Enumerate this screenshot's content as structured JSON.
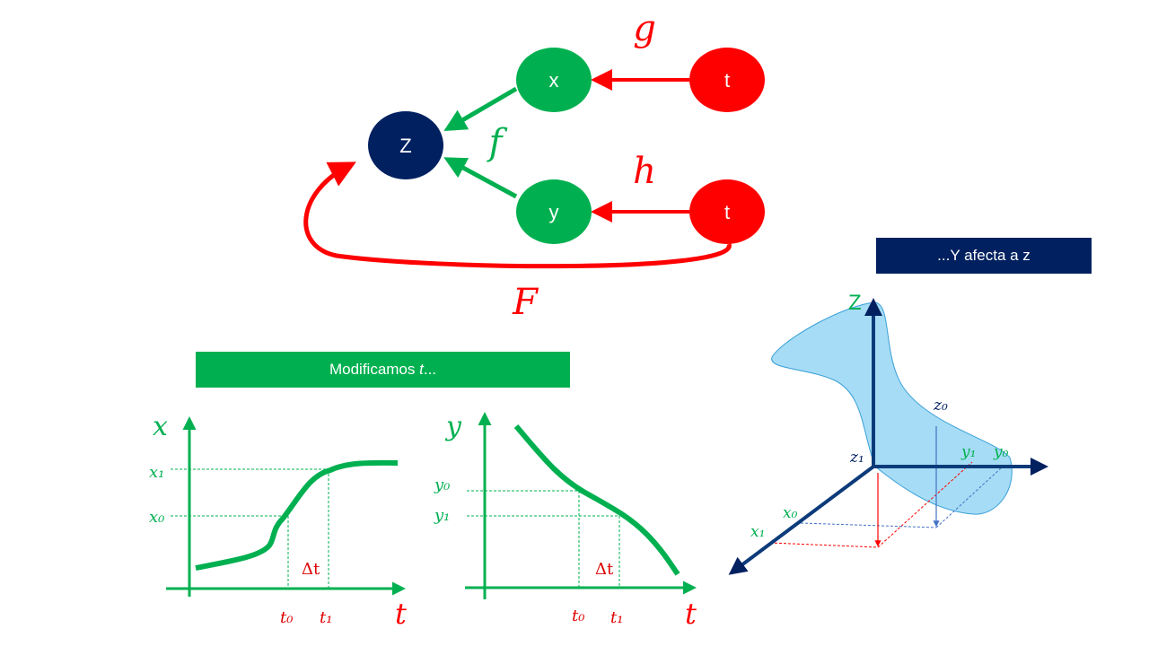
{
  "nodes": {
    "z": "Z",
    "x": "x",
    "t_top": "t",
    "y": "y",
    "t_bottom": "t"
  },
  "function_labels": {
    "f": "f",
    "g": "g",
    "h": "h",
    "F": "F"
  },
  "boxes": {
    "effect": "...Y afecta a z",
    "modify_prefix": "Modificamos ",
    "modify_var": "t",
    "modify_suffix": "..."
  },
  "graph_x": {
    "y_axis": "x",
    "x_axis": "t",
    "x1": "x₁",
    "x0": "x₀",
    "t0": "t₀",
    "t1": "t₁",
    "dt": "Δt"
  },
  "graph_y": {
    "y_axis": "y",
    "x_axis": "t",
    "y0": "y₀",
    "y1": "y₁",
    "t0": "t₀",
    "t1": "t₁",
    "dt": "Δt"
  },
  "surface": {
    "z_axis": "Z",
    "z0": "z₀",
    "z1": "z₁",
    "y1": "y₁",
    "y0": "y₀",
    "x0": "x₀",
    "x1": "x₁"
  },
  "colors": {
    "green": "#00b050",
    "red": "#ff0000",
    "navy": "#002060",
    "surface": "#a6dcf5"
  }
}
